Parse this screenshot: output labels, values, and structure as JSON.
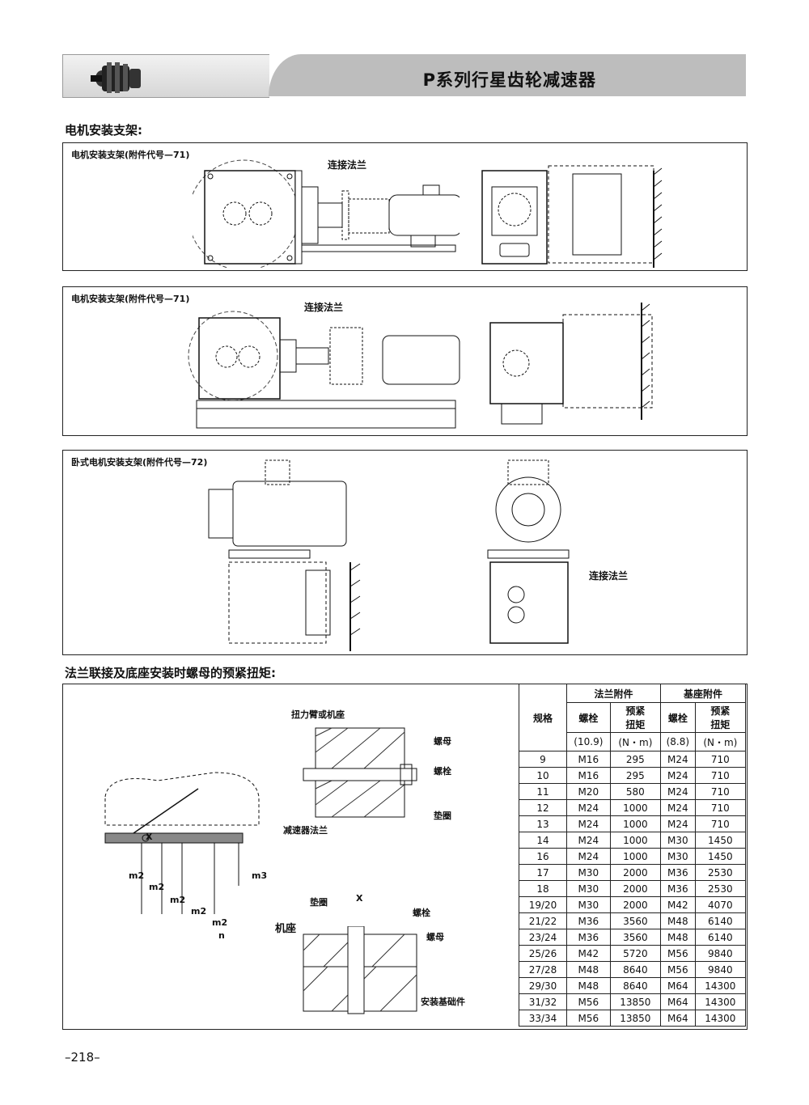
{
  "header": {
    "title": "P系列行星齿轮减速器",
    "logo_icon": "planetary-gearbox-icon"
  },
  "section1": {
    "heading": "电机安装支架:",
    "panels": [
      {
        "caption": "电机安装支架(附件代号—71)",
        "callout": "连接法兰"
      },
      {
        "caption": "电机安装支架(附件代号—71)",
        "callout": "连接法兰"
      },
      {
        "caption": "卧式电机安装支架(附件代号—72)",
        "callout": "连接法兰"
      }
    ]
  },
  "section2": {
    "heading": "法兰联接及底座安装时螺母的预紧扭矩:",
    "diagram_labels": {
      "x": "X",
      "m2": "m2",
      "m3": "m3",
      "n": "n",
      "torque_arm": "扭力臂或机座",
      "nut": "螺母",
      "bolt": "螺栓",
      "washer": "垫圈",
      "reducer_flange": "减速器法兰",
      "washer2": "垫圈",
      "x2": "X",
      "bolt2": "螺栓",
      "nut2": "螺母",
      "base": "机座",
      "foundation": "安装基础件"
    }
  },
  "table": {
    "col_spec": "规格",
    "group_flange": "法兰附件",
    "group_base": "基座附件",
    "col_bolt": "螺栓",
    "col_torque": "预紧\n扭矩",
    "grade_flange": "(10.9)",
    "grade_base": "(8.8)",
    "unit": "(N・m)",
    "rows": [
      [
        "9",
        "M16",
        "295",
        "M24",
        "710"
      ],
      [
        "10",
        "M16",
        "295",
        "M24",
        "710"
      ],
      [
        "11",
        "M20",
        "580",
        "M24",
        "710"
      ],
      [
        "12",
        "M24",
        "1000",
        "M24",
        "710"
      ],
      [
        "13",
        "M24",
        "1000",
        "M24",
        "710"
      ],
      [
        "14",
        "M24",
        "1000",
        "M30",
        "1450"
      ],
      [
        "16",
        "M24",
        "1000",
        "M30",
        "1450"
      ],
      [
        "17",
        "M30",
        "2000",
        "M36",
        "2530"
      ],
      [
        "18",
        "M30",
        "2000",
        "M36",
        "2530"
      ],
      [
        "19/20",
        "M30",
        "2000",
        "M42",
        "4070"
      ],
      [
        "21/22",
        "M36",
        "3560",
        "M48",
        "6140"
      ],
      [
        "23/24",
        "M36",
        "3560",
        "M48",
        "6140"
      ],
      [
        "25/26",
        "M42",
        "5720",
        "M56",
        "9840"
      ],
      [
        "27/28",
        "M48",
        "8640",
        "M56",
        "9840"
      ],
      [
        "29/30",
        "M48",
        "8640",
        "M64",
        "14300"
      ],
      [
        "31/32",
        "M56",
        "13850",
        "M64",
        "14300"
      ],
      [
        "33/34",
        "M56",
        "13850",
        "M64",
        "14300"
      ]
    ]
  },
  "footer": {
    "page_number": "–218–"
  }
}
